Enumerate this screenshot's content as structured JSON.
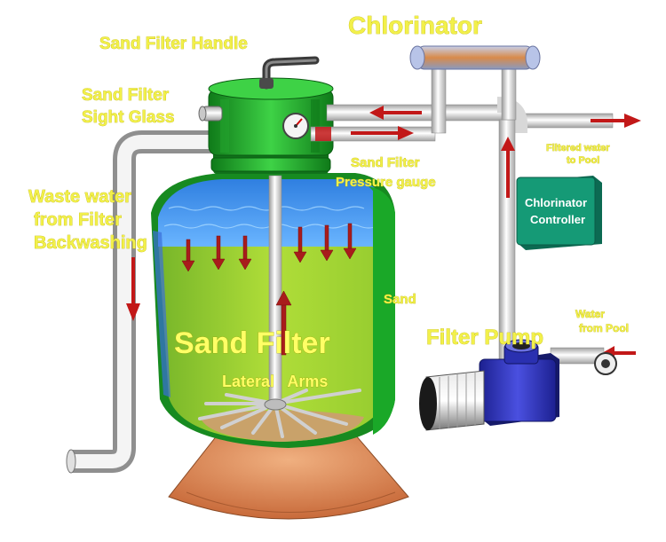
{
  "labels": {
    "chlorinator": "Chlorinator",
    "sand_filter_handle": "Sand Filter Handle",
    "sight_glass_line1": "Sand Filter",
    "sight_glass_line2": "Sight Glass",
    "waste_line1": "Waste water",
    "waste_line2": "from Filter",
    "waste_line3": "Backwashing",
    "pressure_line1": "Sand Filter",
    "pressure_line2": "Pressure gauge",
    "filtered_line1": "Filtered water",
    "filtered_line2": "to Pool",
    "controller_line1": "Chlorinator",
    "controller_line2": "Controller",
    "sand": "Sand",
    "filter_pump": "Filter Pump",
    "water_from_pool_line1": "Water",
    "water_from_pool_line2": "from Pool",
    "sand_filter_title": "Sand Filter",
    "lateral_arms": "Lateral   Arms"
  },
  "colors": {
    "label_yellow": "#f2f04a",
    "filter_green": "#1fae2a",
    "sand_yellow_green": "#b8e03a",
    "water_blue": "#3a8fe8",
    "flow_arrow_red": "#c0151a",
    "pump_blue": "#2a2fb0",
    "controller_teal": "#138c6e",
    "pipe_grey": "#d8d8d8",
    "base_orange": "#e08a5a"
  }
}
